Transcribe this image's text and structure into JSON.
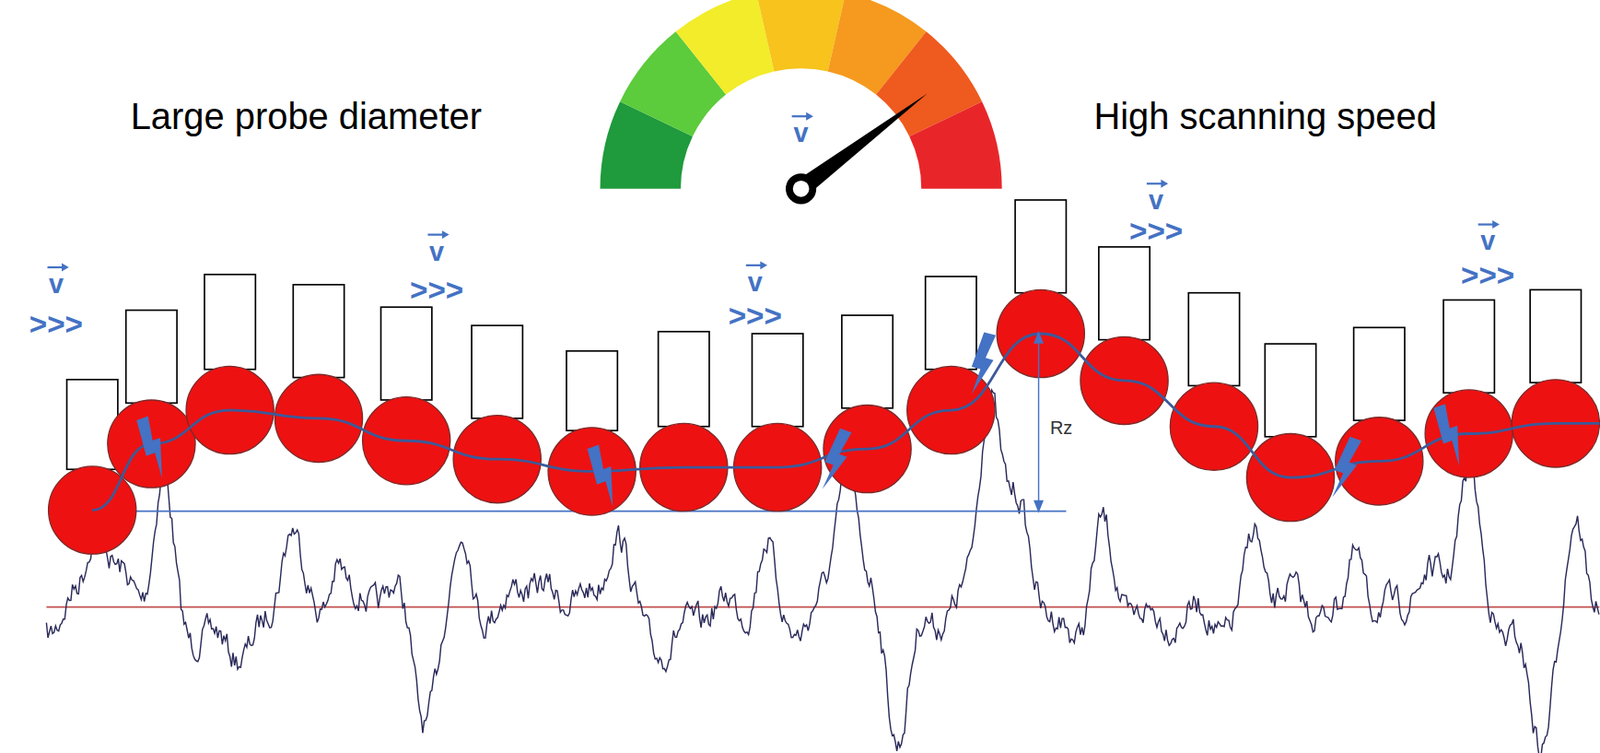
{
  "diagram": {
    "labels": [
      "Large probe diameter",
      "v",
      "High scanning speed",
      "v",
      ">>>",
      "v",
      ">>>",
      "v",
      ">>>",
      "v",
      ">>>",
      "Rz",
      "v",
      ">>>"
    ]
  }
}
